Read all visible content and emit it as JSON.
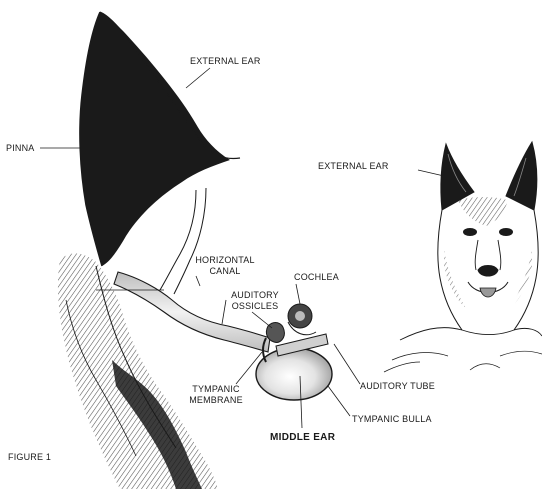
{
  "figure": {
    "caption": "FIGURE 1"
  },
  "labels": {
    "external_ear_top": "EXTERNAL EAR",
    "pinna": "PINNA",
    "external_ear_dog": "EXTERNAL EAR",
    "horizontal_canal_line1": "HORIZONTAL",
    "horizontal_canal_line2": "CANAL",
    "cochlea": "COCHLEA",
    "auditory_ossicles_line1": "AUDITORY",
    "auditory_ossicles_line2": "OSSICLES",
    "tympanic_membrane_line1": "TYMPANIC",
    "tympanic_membrane_line2": "MEMBRANE",
    "auditory_tube": "AUDITORY TUBE",
    "tympanic_bulla": "TYMPANIC BULLA",
    "middle_ear": "MIDDLE EAR"
  },
  "colors": {
    "ink": "#1a1a1a",
    "canal_fill": "#d9d9d9",
    "bulla_fill": "#cfcfcf",
    "paper": "#ffffff"
  }
}
